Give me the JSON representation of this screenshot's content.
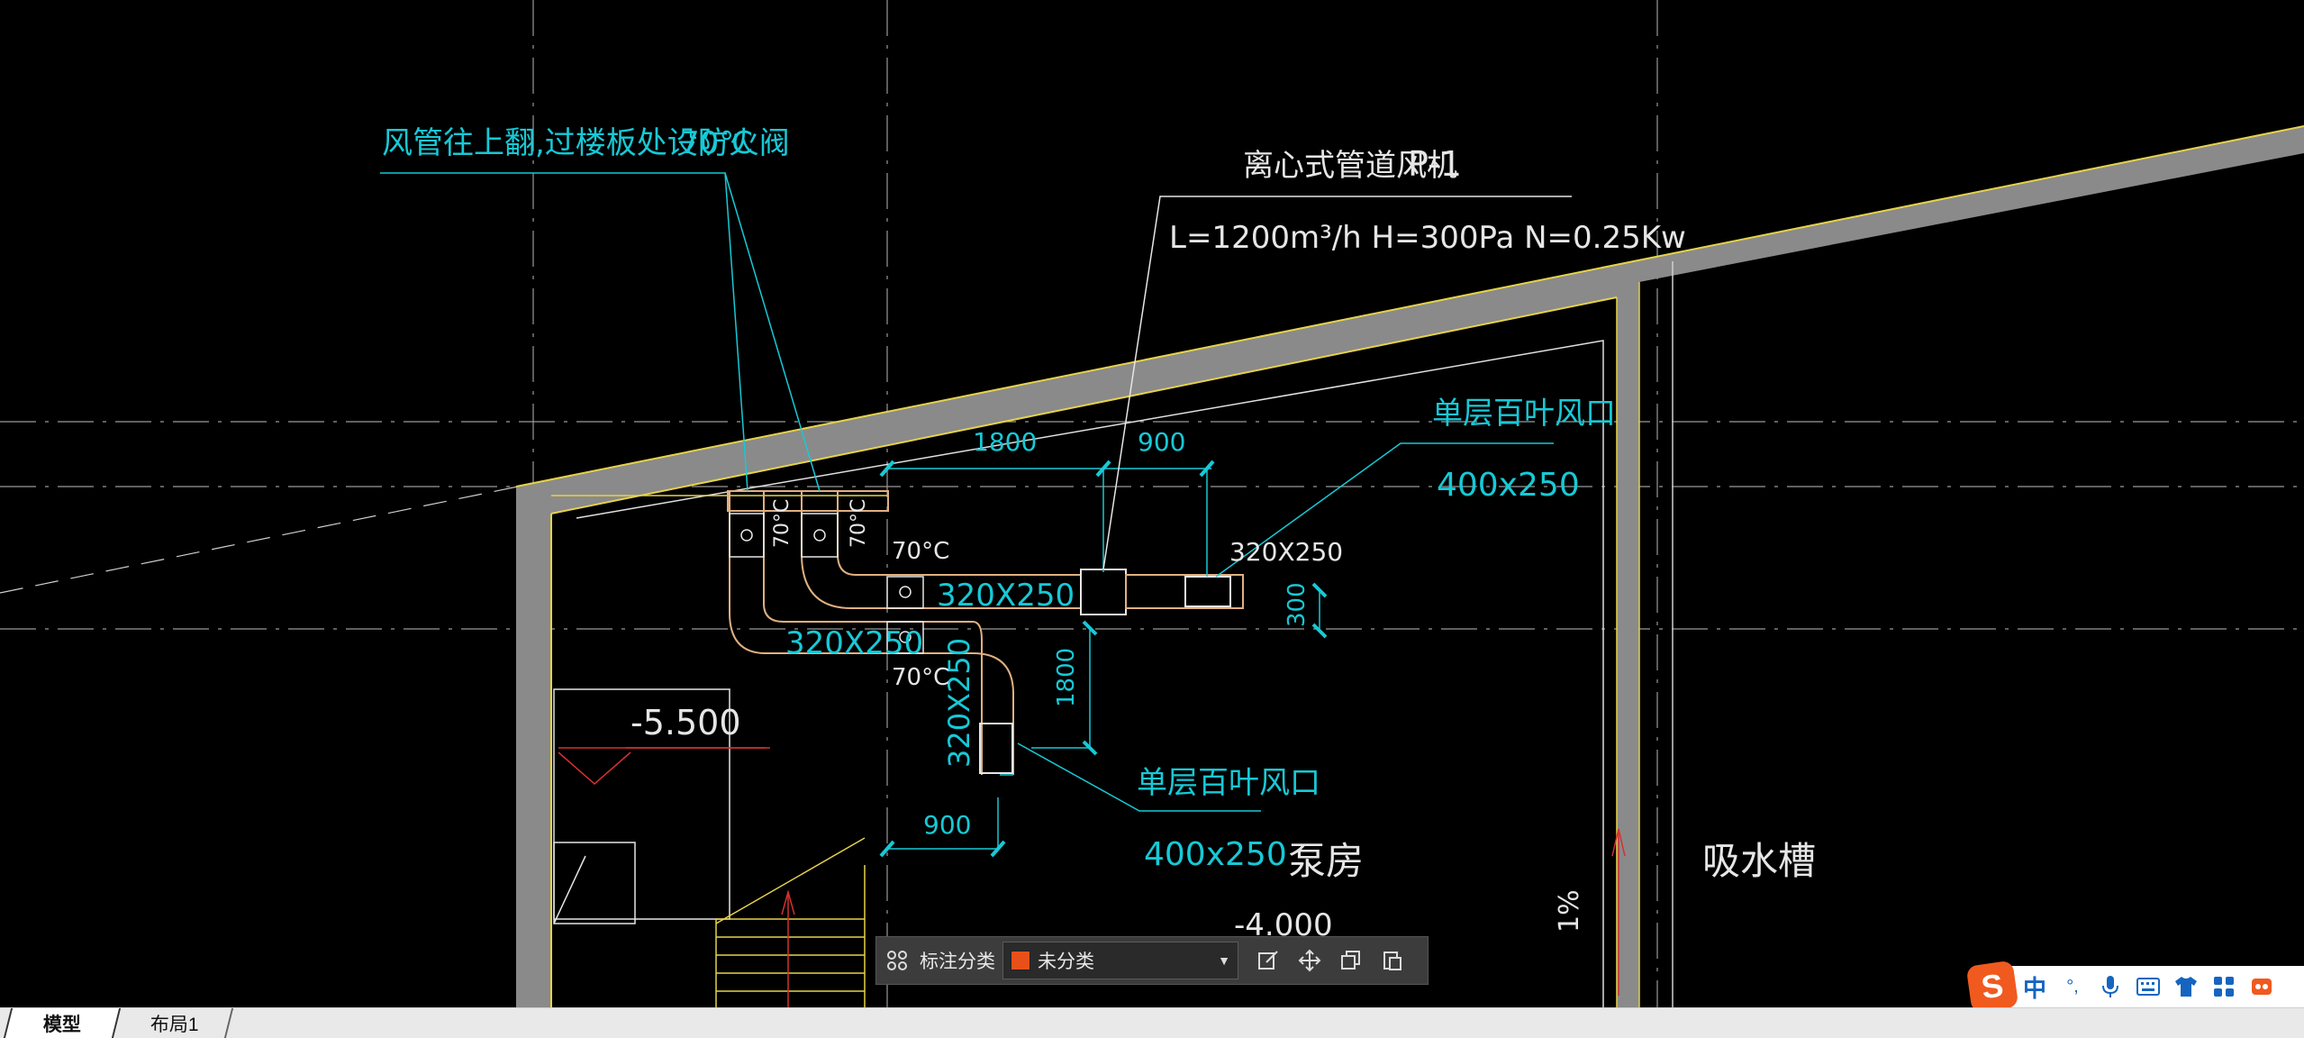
{
  "drawing": {
    "annotations": {
      "fire_damper_note": "风管往上翻,过楼板处设防火阀",
      "fire_damper_temp": "70℃",
      "fan_title": "离心式管道风机",
      "fan_tag": "P-1",
      "fan_spec": "L=1200m³/h  H=300Pa N=0.25Kw",
      "louver_top_label": "单层百叶风口",
      "louver_top_size": "400x250",
      "louver_bottom_label": "单层百叶风口",
      "louver_bottom_size": "400x250",
      "dim_1800_top": "1800",
      "dim_900_top": "900",
      "dim_300": "300",
      "dim_1800_vertical": "1800",
      "dim_900_bottom": "900",
      "duct_size_1": "320X250",
      "duct_size_2": "320X250",
      "duct_size_3": "320X250",
      "duct_size_4": "320X250",
      "damper_temp_1": "70°C",
      "damper_temp_2": "70°C",
      "damper_temp_3": "70°C",
      "damper_temp_4": "70°C",
      "level_mark": "-5.500",
      "level_mark_2": "-4.000",
      "room_pump": "泵房",
      "room_suction": "吸水槽",
      "slope": "1%"
    }
  },
  "toolbar": {
    "grid_icon": "grid-icon",
    "category_label": "标注分类",
    "category_value": "未分类",
    "category_color": "#e8501a"
  },
  "ime": {
    "logo": "S",
    "mode": "中",
    "punct": "°,",
    "icons": [
      "mic-icon",
      "keyboard-icon",
      "shirt-icon",
      "apps-icon",
      "skin-icon"
    ]
  },
  "tabs": {
    "model": "模型",
    "layout1": "布局1"
  }
}
